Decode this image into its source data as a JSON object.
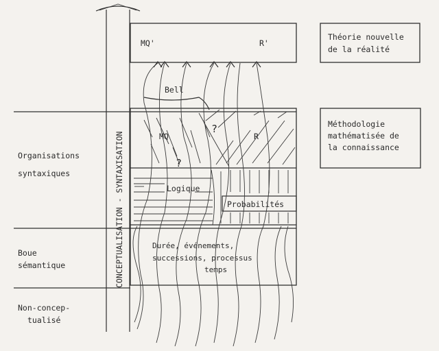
{
  "left_labels": {
    "organisations": [
      "Organisations",
      "syntaxiques"
    ],
    "boue": [
      "Boue",
      "sémantique"
    ],
    "non_concept": [
      "Non-concep-",
      "tualisé"
    ]
  },
  "vertical_axis": "CONCEPTUALISATION - SYNTAXISATION",
  "top_box": {
    "left": "MQ'",
    "right": "R'"
  },
  "regions": {
    "bell": "Bell",
    "mq": "MQ",
    "r": "R",
    "logique": "Logique",
    "probabilites": "Probabilités",
    "question_1": "?",
    "question_2": "?"
  },
  "boue_text": [
    "Durée, événements,",
    "successions, processus",
    "temps"
  ],
  "right_boxes": {
    "theorie": [
      "Théorie nouvelle",
      "de la réalité"
    ],
    "methodologie": [
      "Méthodologie",
      "mathématisée de",
      "la connaissance"
    ]
  }
}
